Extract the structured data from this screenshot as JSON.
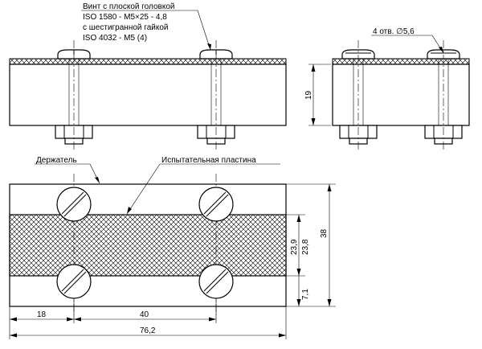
{
  "screw_note": {
    "line1": "Винт с плоской головкой",
    "line2": "ISO 1580 - M5×25 - 4,8",
    "line3": "с шестигранной гайкой",
    "line4": "ISO 4032 - M5 (4)"
  },
  "holes_note": "4 отв. ∅5,6",
  "holder_label": "Держатель",
  "plate_label": "Испытательная пластина",
  "dimensions": {
    "side_height": "19",
    "dim_18": "18",
    "dim_40": "40",
    "dim_76_2": "76,2",
    "dim_23_9": "23,9",
    "dim_23_8": "23,8",
    "dim_38": "38",
    "dim_7_1": "7,1"
  }
}
